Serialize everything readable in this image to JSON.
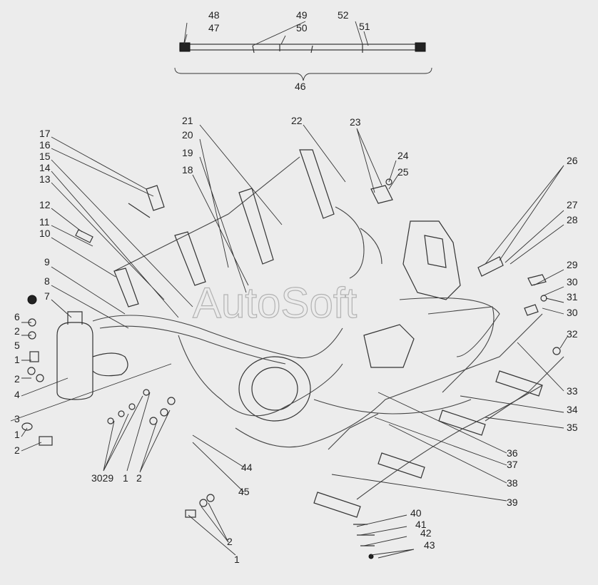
{
  "diagram": {
    "watermark": "AutoSoft",
    "labels": [
      "48",
      "47",
      "49",
      "50",
      "52",
      "51",
      "46",
      "17",
      "16",
      "15",
      "14",
      "13",
      "12",
      "11",
      "10",
      "9",
      "8",
      "7",
      "6",
      "2",
      "5",
      "1",
      "2",
      "4",
      "3",
      "1",
      "2",
      "1",
      "21",
      "20",
      "19",
      "18",
      "22",
      "23",
      "24",
      "25",
      "26",
      "27",
      "28",
      "29",
      "30",
      "31",
      "30",
      "32",
      "33",
      "34",
      "35",
      "36",
      "37",
      "38",
      "39",
      "44",
      "45",
      "3029",
      "1",
      "2",
      "2",
      "1",
      "40",
      "41",
      "42",
      "43"
    ]
  }
}
